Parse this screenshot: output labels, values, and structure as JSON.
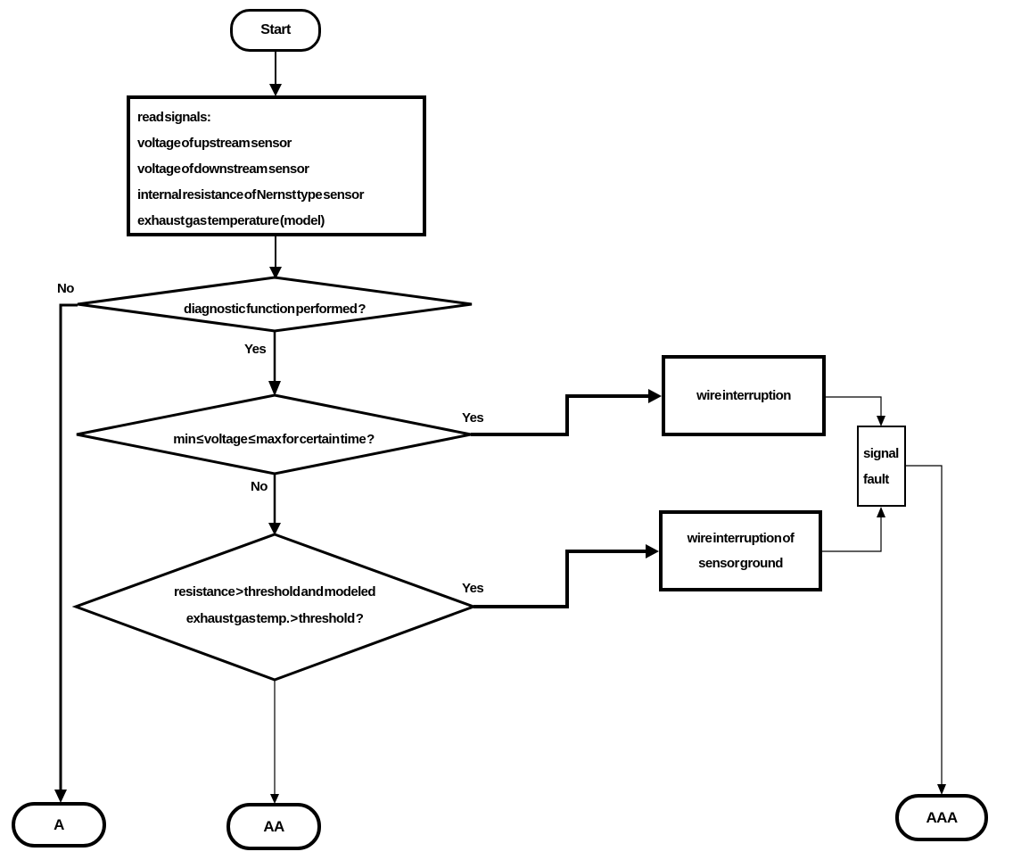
{
  "colors": {
    "line": "#000000",
    "background": "#ffffff",
    "text": "#000000"
  },
  "nodes": {
    "start": {
      "label": "Start"
    },
    "read_signals": {
      "lines": [
        "read signals:",
        "voltage of upstream sensor",
        "voltage of downstream sensor",
        "internal resistance of Nernst type sensor",
        "exhaust gas temperature (model)"
      ]
    },
    "diagnostic_decision": {
      "label": "diagnostic function performed ?"
    },
    "voltage_decision": {
      "label": "min ≤ voltage ≤ max for certain time ?"
    },
    "resistance_decision": {
      "lines": [
        "resistance > threshold and modeled",
        "exhaust gas temp. > threshold ?"
      ]
    },
    "wire_interruption": {
      "label": "wire interruption"
    },
    "wire_interruption_ground": {
      "lines": [
        "wire interruption of",
        "sensor ground"
      ]
    },
    "signal_fault": {
      "lines": [
        "signal",
        "fault"
      ]
    },
    "terminal_a": {
      "label": "A"
    },
    "terminal_aa": {
      "label": "AA"
    },
    "terminal_aaa": {
      "label": "AAA"
    }
  },
  "edge_labels": {
    "diagnostic_no": "No",
    "diagnostic_yes": "Yes",
    "voltage_yes": "Yes",
    "voltage_no": "No",
    "resistance_yes": "Yes"
  }
}
